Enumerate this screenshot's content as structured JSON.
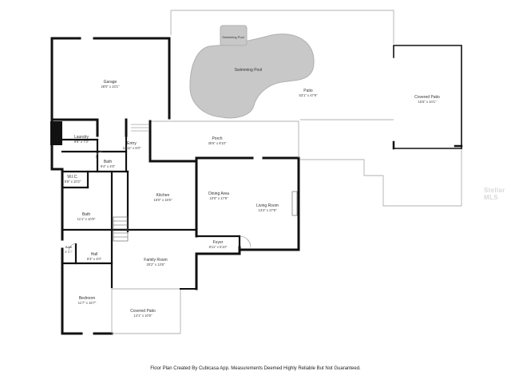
{
  "rooms": {
    "garage": {
      "name": "Garage",
      "dim": "28'0\" x 23'1\""
    },
    "swimming_pool_small": {
      "name": "Swimming Pool",
      "dim": ""
    },
    "swimming_pool": {
      "name": "Swimming Pool",
      "dim": ""
    },
    "patio": {
      "name": "Patio",
      "dim": "53'1\" x 47'9\""
    },
    "covered_patio_right": {
      "name": "Covered Patio",
      "dim": "15'5\" x 24'1\""
    },
    "laundry": {
      "name": "Laundry",
      "dim": "9'8\" x 7'3\""
    },
    "entry": {
      "name": "Entry",
      "dim": "10'11\" x 6'0\""
    },
    "porch": {
      "name": "Porch",
      "dim": "35'6\" x 8'10\""
    },
    "bath_upper": {
      "name": "Bath",
      "dim": "9'4\" x 4'6\""
    },
    "wic": {
      "name": "W.I.C.",
      "dim": "8'8\" x 10'2\""
    },
    "kitchen": {
      "name": "Kitchen",
      "dim": "16'0\" x 16'5\""
    },
    "dining": {
      "name": "Dining Area",
      "dim": "10'0\" x 17'8\""
    },
    "living": {
      "name": "Living Room",
      "dim": "13'4\" x 27'8\""
    },
    "bath_middle": {
      "name": "Bath",
      "dim": "11'1\" x 10'9\""
    },
    "foyer": {
      "name": "Foyer",
      "dim": "8'11\" x 5'10\""
    },
    "bath_small": {
      "name": "Bath",
      "dim": "5' x 7'"
    },
    "hall": {
      "name": "Hall",
      "dim": "8'3\" x 4'0\""
    },
    "family": {
      "name": "Family Room",
      "dim": "20'2\" x 13'6\""
    },
    "bedroom": {
      "name": "Bedroom",
      "dim": "11'7\" x 16'7\""
    },
    "covered_patio_bottom": {
      "name": "Covered Patio",
      "dim": "14'1\" x 10'6\""
    }
  },
  "footer_text": "Floor Plan Created By Cubicasa App. Measurements Deemed Highly Reliable But Not Guaranteed.",
  "watermark": "Stellar MLS",
  "colors": {
    "wall": "#111111",
    "thin_line": "#999999",
    "background": "#ffffff",
    "text": "#333333"
  }
}
